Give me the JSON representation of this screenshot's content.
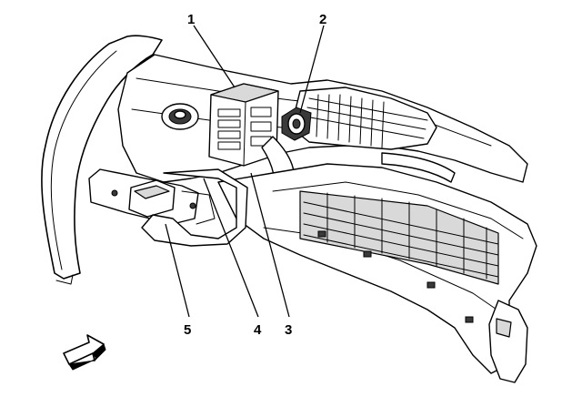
{
  "callouts": [
    {
      "id": "1",
      "label": "1"
    },
    {
      "id": "2",
      "label": "2"
    },
    {
      "id": "3",
      "label": "3"
    },
    {
      "id": "4",
      "label": "4"
    },
    {
      "id": "5",
      "label": "5"
    }
  ],
  "icons": {
    "view_arrow": "view-direction-arrow-icon"
  }
}
